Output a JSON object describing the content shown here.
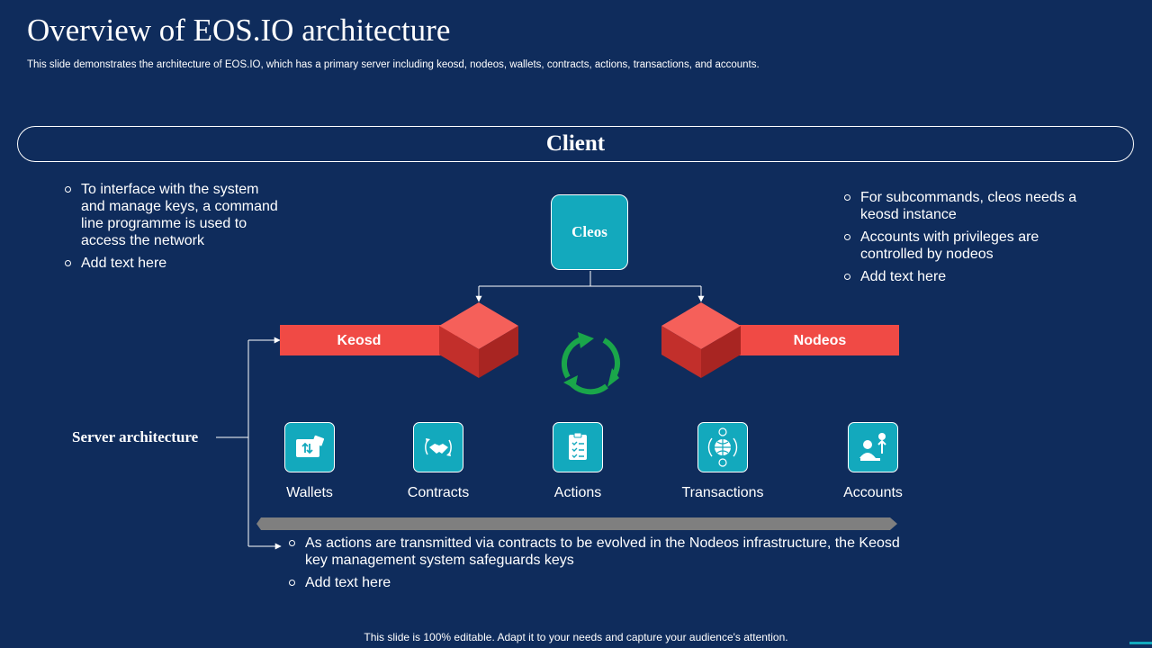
{
  "slide": {
    "title": "Overview of EOS.IO architecture",
    "subtitle": "This slide demonstrates the architecture of EOS.IO,  which has a primary server including keosd, nodeos, wallets, contracts, actions, transactions, and accounts.",
    "footer": "This slide is 100% editable. Adapt it to your needs and capture your audience's attention."
  },
  "client": {
    "label": "Client"
  },
  "left_notes": [
    "To interface with the system and manage keys, a command line programme is used to access the network",
    "Add text here"
  ],
  "right_notes": [
    "For subcommands, cleos needs a keosd instance",
    "Accounts with privileges are controlled by nodeos",
    "Add text here"
  ],
  "diagram": {
    "cleos": "Cleos",
    "keosd": "Keosd",
    "nodeos": "Nodeos",
    "server_architecture": "Server architecture",
    "components": [
      {
        "label": "Wallets",
        "icon": "wallet-icon"
      },
      {
        "label": "Contracts",
        "icon": "handshake-icon"
      },
      {
        "label": "Actions",
        "icon": "checklist-icon"
      },
      {
        "label": "Transactions",
        "icon": "globe-currency-icon"
      },
      {
        "label": "Accounts",
        "icon": "user-money-icon"
      }
    ]
  },
  "bottom_notes": [
    "As actions are transmitted via contracts to be evolved in the Nodeos infrastructure,  the Keosd key management system safeguards keys",
    "Add text here"
  ],
  "colors": {
    "background": "#0f2c5c",
    "teal": "#13a9bd",
    "red": "#f04a45",
    "green": "#1aa64a",
    "gray": "#7f7f7f"
  }
}
